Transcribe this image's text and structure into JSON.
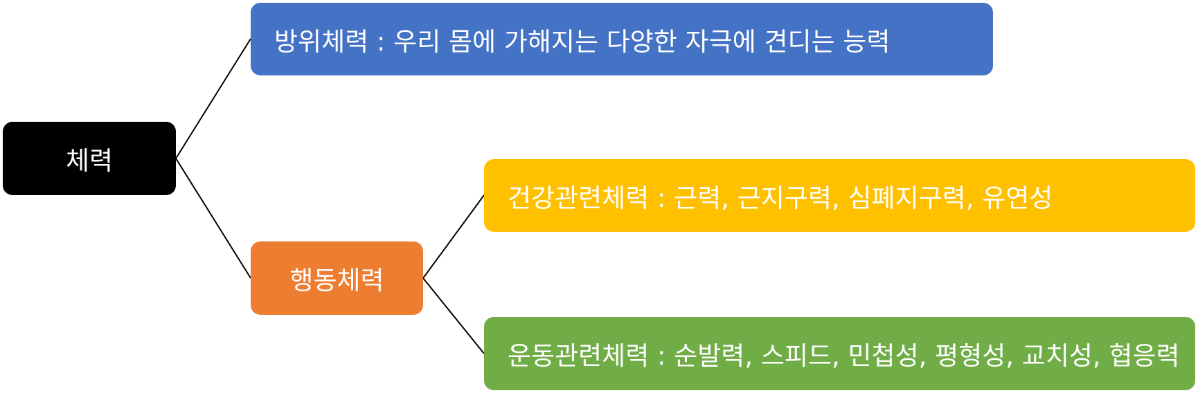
{
  "diagram": {
    "nodes": {
      "root": {
        "label": "체력",
        "color": "#000000"
      },
      "defense": {
        "label": "방위체력 : 우리 몸에 가해지는 다양한 자극에 견디는 능력",
        "color": "#4472C4"
      },
      "behavior": {
        "label": "행동체력",
        "color": "#ED7D31"
      },
      "health": {
        "label": "건강관련체력 : 근력, 근지구력, 심폐지구력, 유연성",
        "color": "#FFC000"
      },
      "motor": {
        "label": "운동관련체력 : 순발력, 스피드, 민첩성, 평형성, 교치성, 협응력",
        "color": "#70AD47"
      }
    },
    "edges": [
      {
        "from": "root",
        "to": "defense"
      },
      {
        "from": "root",
        "to": "behavior"
      },
      {
        "from": "behavior",
        "to": "health"
      },
      {
        "from": "behavior",
        "to": "motor"
      }
    ],
    "line_color": "#000000"
  }
}
